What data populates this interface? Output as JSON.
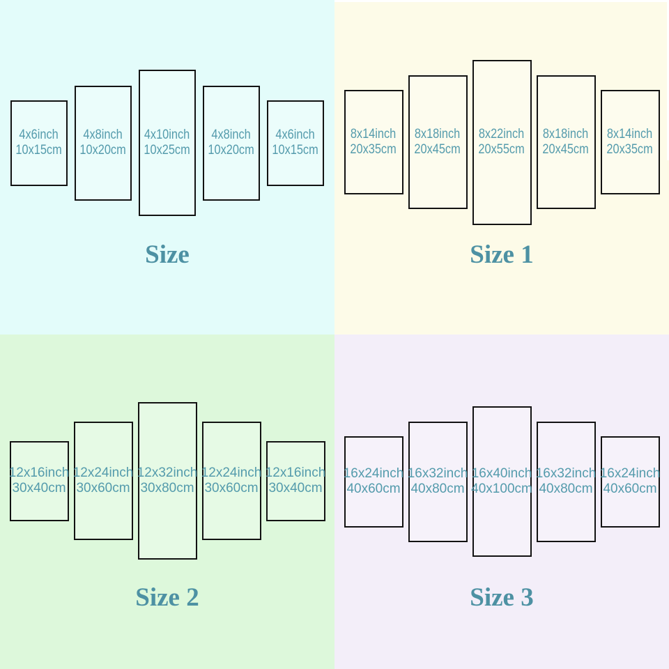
{
  "diagram_type": "canvas-wall-art-5-panel-size-chart",
  "colors": {
    "quadrant_1_bg": "#E3FCFA",
    "quadrant_2_bg": "#FDFBE8",
    "quadrant_3_bg": "#DDF8DB",
    "quadrant_4_bg": "#F3EEF9",
    "label_text": "#549BAC",
    "title_text": "#4D91A3",
    "panel_border": "#121212"
  },
  "quadrants": [
    {
      "title": "Size",
      "bg": "#E3FCFA",
      "panels": [
        {
          "inch": "4x6inch",
          "cm": "10x15cm"
        },
        {
          "inch": "4x8inch",
          "cm": "10x20cm"
        },
        {
          "inch": "4x10inch",
          "cm": "10x25cm"
        },
        {
          "inch": "4x8inch",
          "cm": "10x20cm"
        },
        {
          "inch": "4x6inch",
          "cm": "10x15cm"
        }
      ]
    },
    {
      "title": "Size 1",
      "bg": "#FDFBE8",
      "panels": [
        {
          "inch": "8x14inch",
          "cm": "20x35cm"
        },
        {
          "inch": "8x18inch",
          "cm": "20x45cm"
        },
        {
          "inch": "8x22inch",
          "cm": "20x55cm"
        },
        {
          "inch": "8x18inch",
          "cm": "20x45cm"
        },
        {
          "inch": "8x14inch",
          "cm": "20x35cm"
        }
      ]
    },
    {
      "title": "Size 2",
      "bg": "#DDF8DB",
      "panels": [
        {
          "inch": "12x16inch",
          "cm": "30x40cm"
        },
        {
          "inch": "12x24inch",
          "cm": "30x60cm"
        },
        {
          "inch": "12x32inch",
          "cm": "30x80cm"
        },
        {
          "inch": "12x24inch",
          "cm": "30x60cm"
        },
        {
          "inch": "12x16inch",
          "cm": "30x40cm"
        }
      ]
    },
    {
      "title": "Size 3",
      "bg": "#F3EEF9",
      "panels": [
        {
          "inch": "16x24inch",
          "cm": "40x60cm"
        },
        {
          "inch": "16x32inch",
          "cm": "40x80cm"
        },
        {
          "inch": "16x40inch",
          "cm": "40x100cm"
        },
        {
          "inch": "16x32inch",
          "cm": "40x80cm"
        },
        {
          "inch": "16x24inch",
          "cm": "40x60cm"
        }
      ]
    }
  ]
}
